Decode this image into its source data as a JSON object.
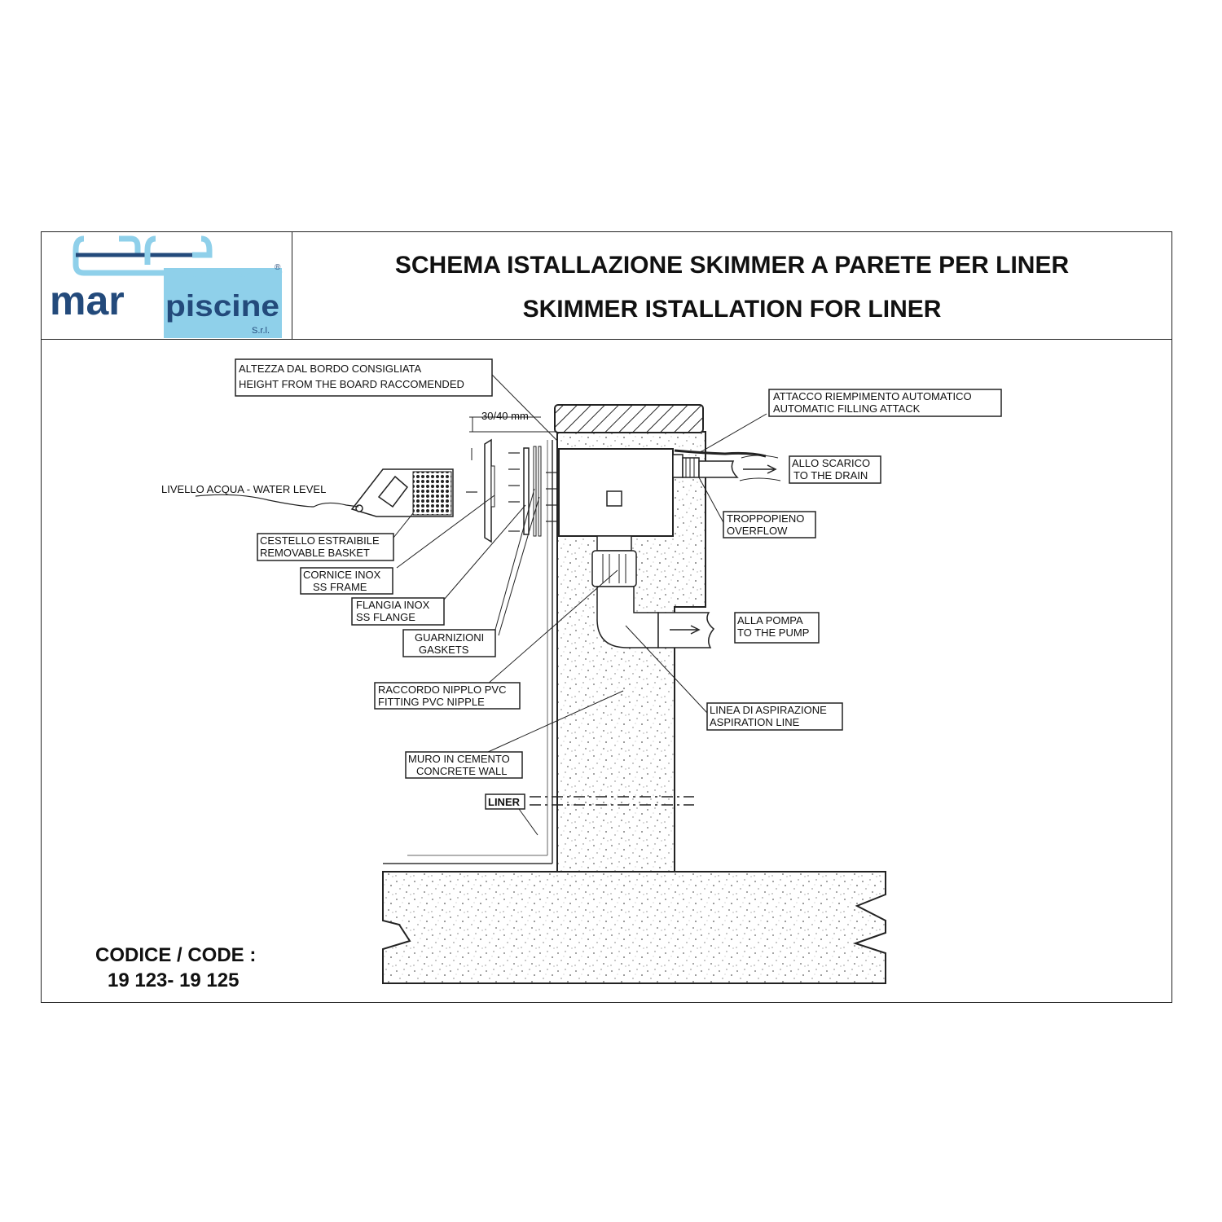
{
  "brand": {
    "name_left": "mar",
    "name_right": "piscine",
    "suffix": "S.r.l.",
    "registered": "®",
    "colors": {
      "dark_blue": "#234a7b",
      "light_blue": "#8fd0ea"
    }
  },
  "header": {
    "title_it": "SCHEMA ISTALLAZIONE SKIMMER A PARETE PER LINER",
    "title_en": "SKIMMER ISTALLATION FOR LINER"
  },
  "labels": {
    "height_it": "ALTEZZA DAL BORDO CONSIGLIATA",
    "height_en": "HEIGHT FROM THE BOARD RACCOMENDED",
    "dimension": "30/40 mm",
    "water_level": "LIVELLO ACQUA - WATER LEVEL",
    "basket_it": "CESTELLO ESTRAIBILE",
    "basket_en": "REMOVABLE BASKET",
    "frame_it": "CORNICE INOX",
    "frame_en": "SS FRAME",
    "flange_it": "FLANGIA INOX",
    "flange_en": "SS FLANGE",
    "gaskets_it": "GUARNIZIONI",
    "gaskets_en": "GASKETS",
    "nipple_it": "RACCORDO NIPPLO PVC",
    "nipple_en": "FITTING PVC NIPPLE",
    "wall_it": "MURO IN CEMENTO",
    "wall_en": "CONCRETE WALL",
    "liner": "LINER",
    "filling_it": "ATTACCO RIEMPIMENTO AUTOMATICO",
    "filling_en": "AUTOMATIC FILLING ATTACK",
    "drain_it": "ALLO SCARICO",
    "drain_en": "TO THE DRAIN",
    "overflow_it": "TROPPOPIENO",
    "overflow_en": "OVERFLOW",
    "pump_it": "ALLA POMPA",
    "pump_en": "TO THE PUMP",
    "aspiration_it": "LINEA DI ASPIRAZIONE",
    "aspiration_en": "ASPIRATION LINE"
  },
  "code": {
    "label": "CODICE / CODE :",
    "value": "19 123- 19 125"
  }
}
